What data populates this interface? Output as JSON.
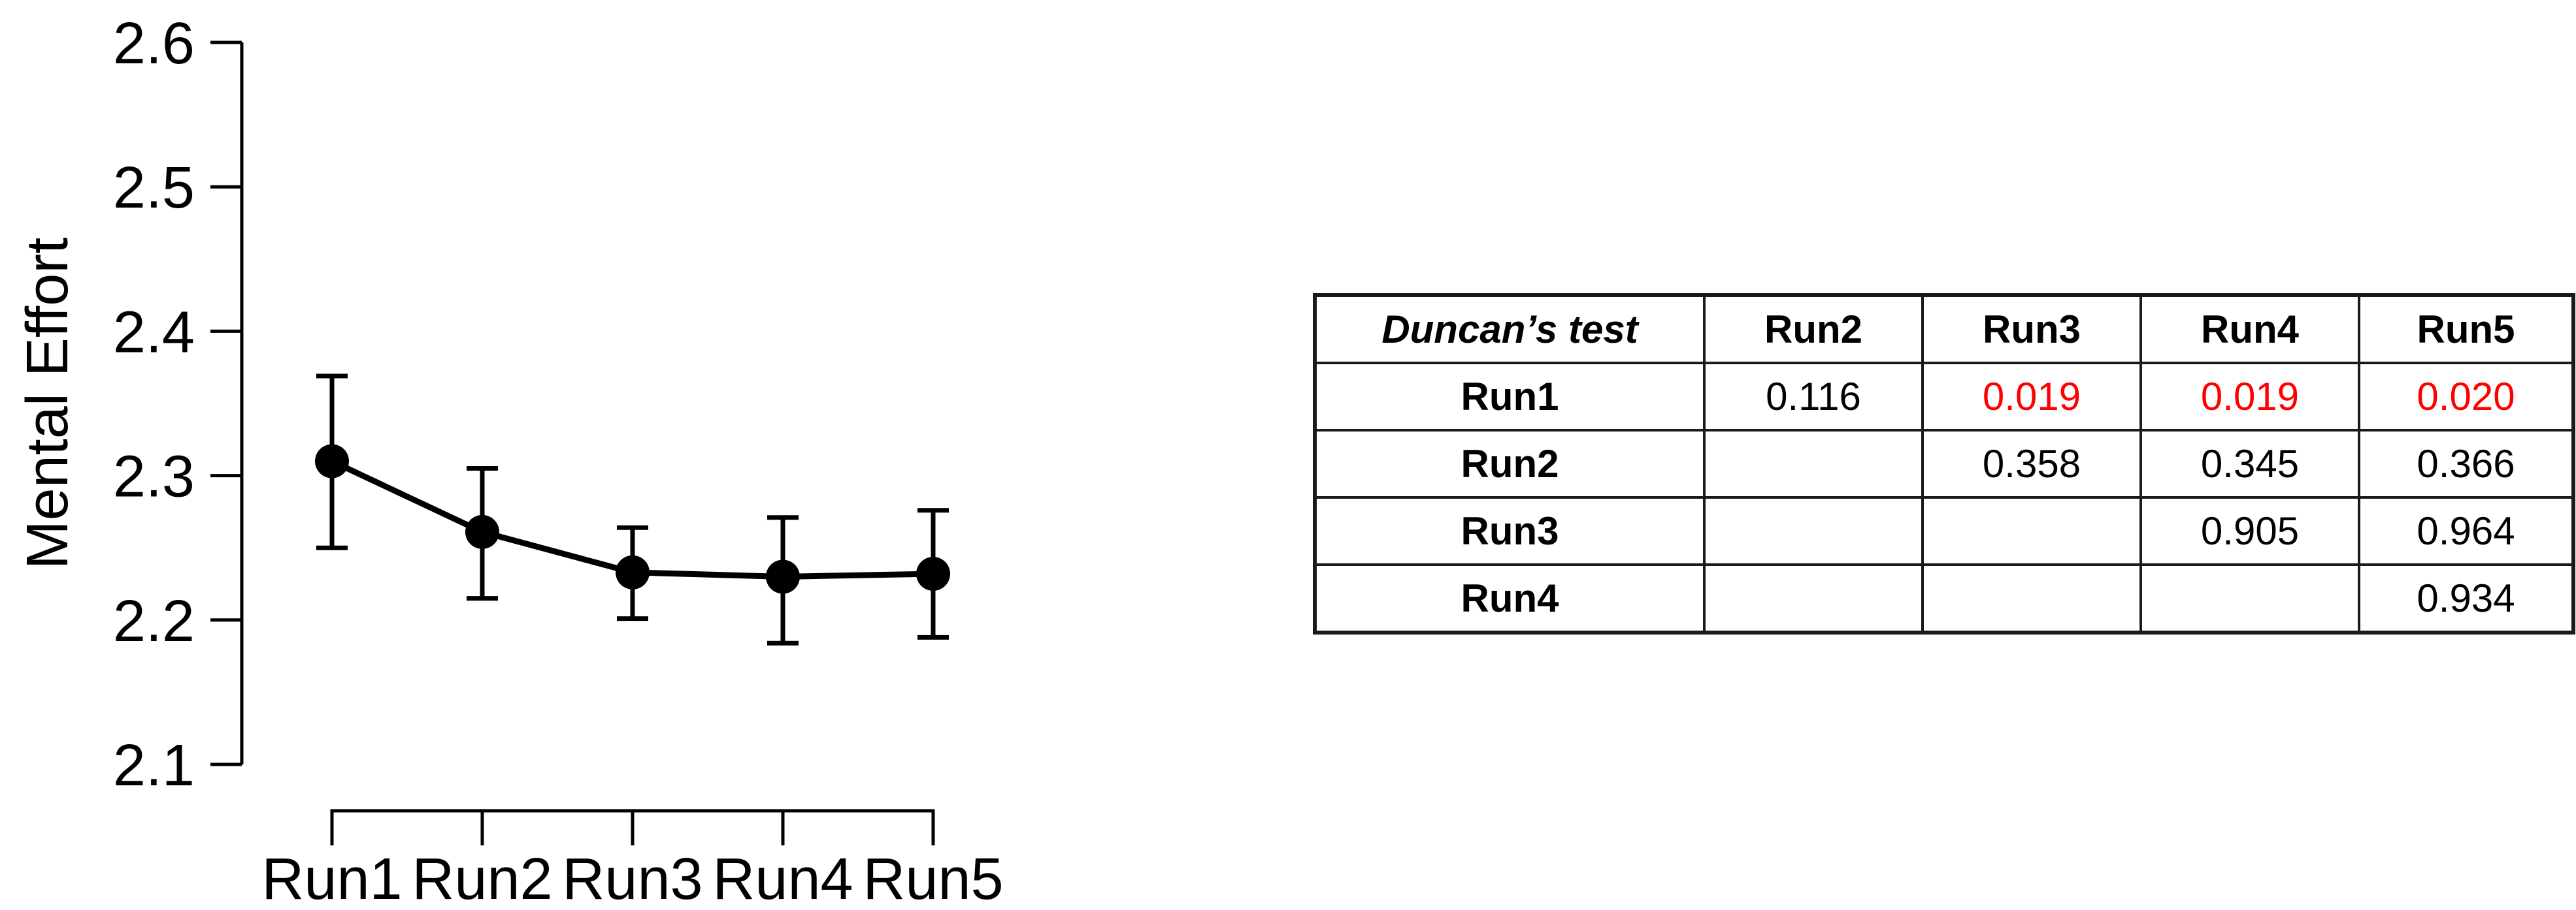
{
  "figure": {
    "background": "#ffffff"
  },
  "colors": {
    "text": "#000000",
    "significant_red": "#fe0000",
    "table_border": "#1a1a1a",
    "chart_ink": "#000000"
  },
  "chart_data": {
    "type": "line",
    "title": "",
    "xlabel": "",
    "ylabel": "Mental Effort",
    "categories": [
      "Run1",
      "Run2",
      "Run3",
      "Run4",
      "Run5"
    ],
    "series": [
      {
        "name": "Mental Effort mean",
        "values": [
          2.31,
          2.261,
          2.233,
          2.23,
          2.232
        ]
      }
    ],
    "error_low": [
      2.25,
      2.215,
      2.201,
      2.184,
      2.188
    ],
    "error_high": [
      2.369,
      2.305,
      2.264,
      2.271,
      2.276
    ],
    "ylim": [
      2.1,
      2.6
    ],
    "yticks": [
      2.1,
      2.2,
      2.3,
      2.4,
      2.5,
      2.6
    ],
    "ytick_labels": [
      "2.1",
      "2.2",
      "2.3",
      "2.4",
      "2.5",
      "2.6"
    ],
    "grid": false,
    "legend_position": "none",
    "marker": "filled-circle",
    "line_color": "#000000"
  },
  "table": {
    "title": "Duncan’s test",
    "header": [
      "Duncan’s test",
      "Run2",
      "Run3",
      "Run4",
      "Run5"
    ],
    "rows": [
      {
        "label": "Run1",
        "values": [
          "0.116",
          "0.019",
          "0.019",
          "0.020"
        ],
        "red_flags": [
          false,
          true,
          true,
          true
        ]
      },
      {
        "label": "Run2",
        "values": [
          "",
          "0.358",
          "0.345",
          "0.366"
        ],
        "red_flags": [
          false,
          false,
          false,
          false
        ]
      },
      {
        "label": "Run3",
        "values": [
          "",
          "",
          "0.905",
          "0.964"
        ],
        "red_flags": [
          false,
          false,
          false,
          false
        ]
      },
      {
        "label": "Run4",
        "values": [
          "",
          "",
          "",
          "0.934"
        ],
        "red_flags": [
          false,
          false,
          false,
          false
        ]
      }
    ]
  }
}
